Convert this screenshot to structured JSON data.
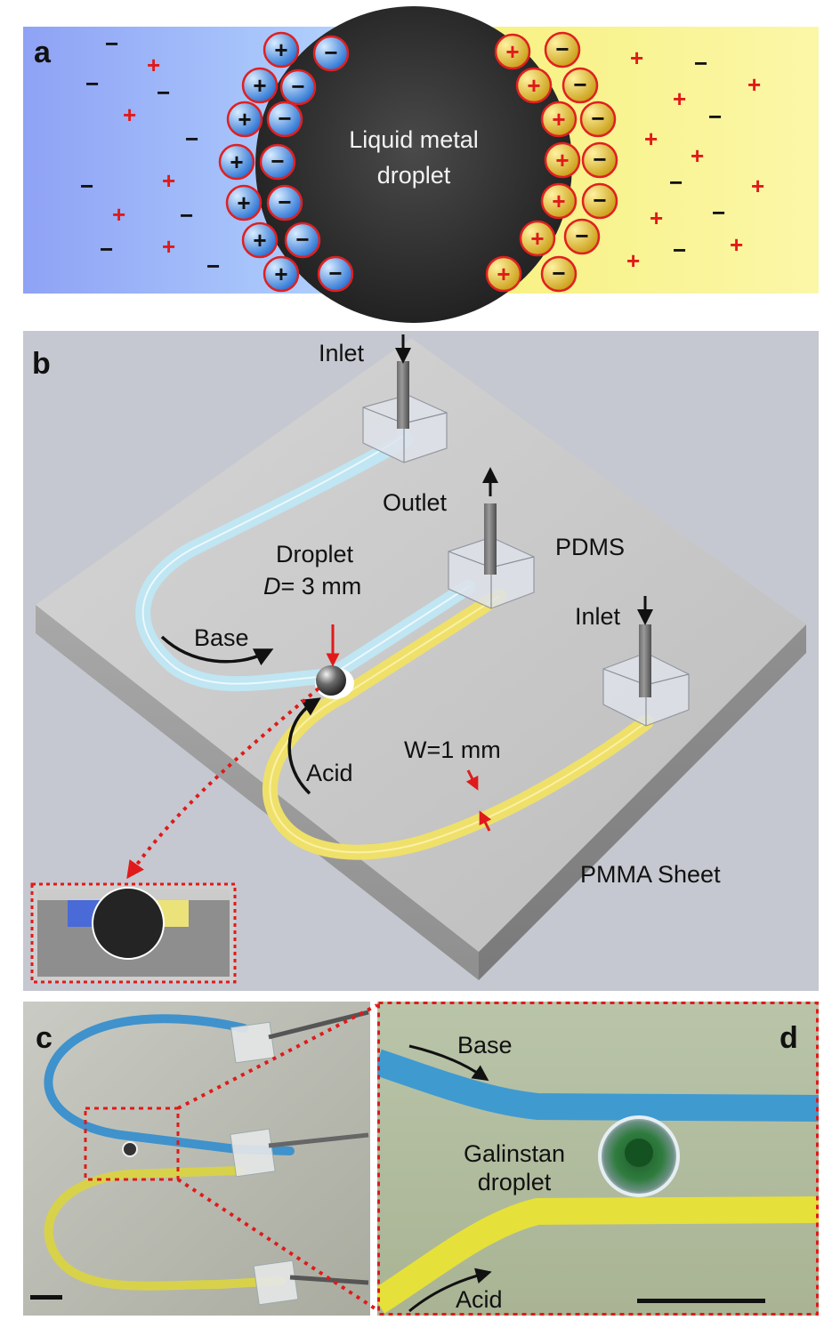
{
  "panel_a": {
    "label": "a",
    "droplet_text_line1": "Liquid metal",
    "droplet_text_line2": "droplet",
    "colors": {
      "base_side": "#8fb6ff",
      "acid_side": "#fbf79a",
      "droplet": "#2b2b2b",
      "ion_ring": "#e02020"
    }
  },
  "panel_b": {
    "label": "b",
    "inlet_top": "Inlet",
    "outlet": "Outlet",
    "pdms": "PDMS",
    "droplet_label": "Droplet",
    "droplet_d_var": "D",
    "droplet_d_value": "= 3 mm",
    "base": "Base",
    "inlet_right": "Inlet",
    "acid": "Acid",
    "width": "W=1 mm",
    "sheet": "PMMA Sheet",
    "colors": {
      "base_channel": "#bfe8f2",
      "acid_channel": "#efe06a",
      "sheet_top": "#c9c9c9",
      "background": "#c5c8d0",
      "callout": "#e01a1a"
    }
  },
  "panel_c": {
    "label": "c"
  },
  "panel_d": {
    "label": "d",
    "base": "Base",
    "droplet_line1": "Galinstan",
    "droplet_line2": "droplet",
    "acid": "Acid",
    "colors": {
      "base_tube": "#3f9ad0",
      "acid_tube": "#e6e03a"
    }
  }
}
